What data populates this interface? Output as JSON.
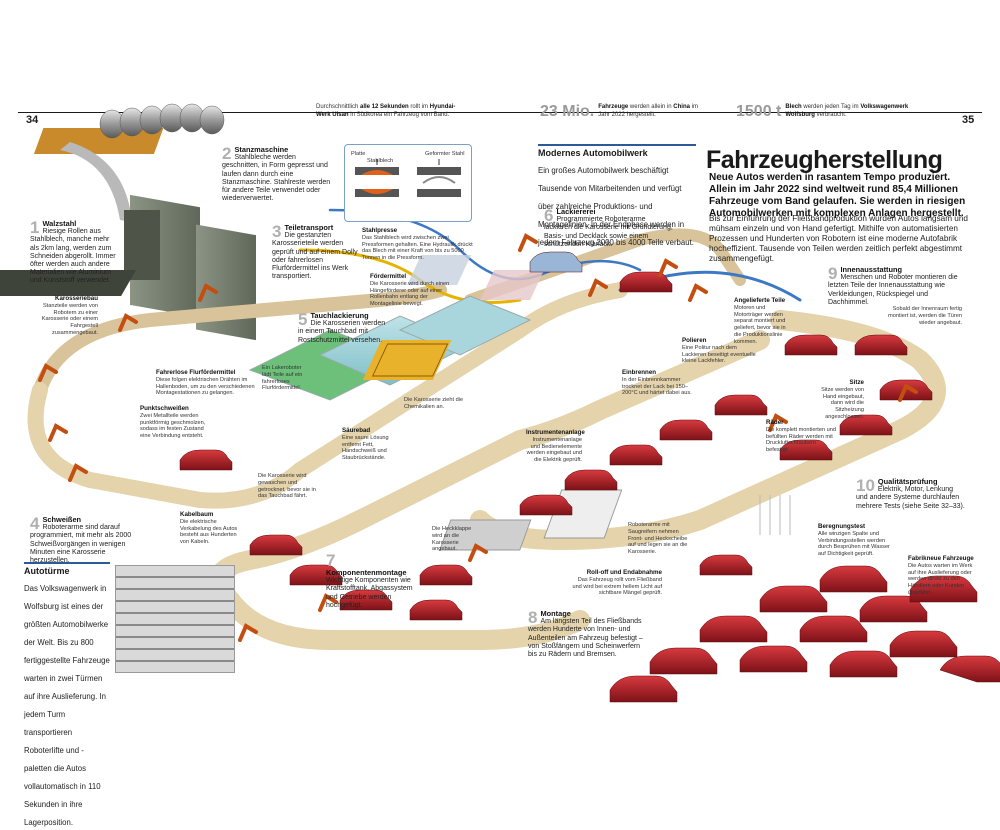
{
  "page": {
    "left_number": "34",
    "right_number": "35",
    "title": "Fahrzeugherstellung",
    "intro": "Neue Autos werden in rasantem Tempo produziert. Allein im Jahr 2022 sind weltweit rund 85,4 Millionen Fahrzeuge vom Band gelaufen. Sie werden in riesigen Automobilwerken mit komplexen Anlagen hergestellt.",
    "body": "Bis zur Einführung der Fließbandproduktion wurden Autos langsam und mühsam einzeln und von Hand gefertigt. Mithilfe von automatisierten Prozessen und Hunderten von Robotern ist eine moderne Autofabrik hocheffizient. Tausende von Teilen werden zeitlich perfekt abgestimmt zusammengefügt."
  },
  "stats": [
    {
      "big": "",
      "text_pre": "Durchschnittlich ",
      "bold1": "alle 12 Sekunden",
      "text_mid": " rollt im ",
      "bold2": "Hyundai-Werk Ulsan",
      "text_post": " in Südkorea ein Fahrzeug vom Band."
    },
    {
      "big": "23 Mio.",
      "text_pre": "",
      "bold1": "Fahrzeuge",
      "text_mid": " werden allein in ",
      "bold2": "China",
      "text_post": " im Jahr 2022 hergestellt."
    },
    {
      "big": "1500 t",
      "text_pre": "",
      "bold1": "Blech",
      "text_mid": " werden jeden Tag im ",
      "bold2": "Volkswagenwerk Wolfsburg",
      "text_post": " verbraucht."
    }
  ],
  "steps": [
    {
      "num": "1",
      "head": "Walzstahl",
      "text": "Riesige Rollen aus Stahlblech, manche mehr als 2km lang, werden zum Schneiden abgerollt. Immer öfter werden auch andere Materialien wie Aluminium und Kunststoff verwendet."
    },
    {
      "num": "2",
      "head": "Stanzmaschine",
      "text": "Stahlbleche werden geschnitten, in Form gepresst und laufen dann durch eine Stanzmaschine. Stahlreste werden für andere Teile verwendet oder wiederverwertet."
    },
    {
      "num": "3",
      "head": "Teiletransport",
      "text": "Die gestanzten Karosserieteile werden geprüft und auf einem Dolly oder fahrerlosen Flurfördermittel ins Werk transportiert."
    },
    {
      "num": "4",
      "head": "Schweißen",
      "text": "Roboterarme sind darauf programmiert, mit mehr als 2000 Schweißvorgängen in wenigen Minuten eine Karosserie herzustellen."
    },
    {
      "num": "5",
      "head": "Tauchlackierung",
      "text": "Die Karosserien werden in einem Tauchbad mit Rostschutzmittel versehen."
    },
    {
      "num": "6",
      "head": "Lackiererei",
      "text": "Programmierte Roboterarme lackieren die Karosserie mit Grundierung, Basis- und Decklack sowie einem schützenden Klarlack."
    },
    {
      "num": "7",
      "head": "Komponentenmontage",
      "text": "Wichtige Komponenten wie Kraftstofftank, Abgassystem und Getriebe werden hochgefügt."
    },
    {
      "num": "8",
      "head": "Montage",
      "text": "Am längsten Teil des Fließbands werden Hunderte von Innen- und Außenteilen am Fahrzeug befestigt – von Stoßfängern und Scheinwerfern bis zu Rädern und Bremsen."
    },
    {
      "num": "9",
      "head": "Innenausstattung",
      "text": "Menschen und Roboter montieren die letzten Teile der Innenausstattung wie Verkleidungen, Rückspiegel und Dachhimmel."
    },
    {
      "num": "10",
      "head": "Qualitätsprüfung",
      "text": "Elektrik, Motor, Lenkung und andere Systeme durchlaufen mehrere Tests (siehe Seite 32–33)."
    }
  ],
  "labels": [
    {
      "head": "Karosseriebau",
      "text": "Stanzteile werden von Robotern zu einer Karosserie oder einem Fahrgestell zusammengebaut."
    },
    {
      "head": "Fahrerlose Flurfördermittel",
      "text": "Diese folgen elektrischen Drähten im Hallenboden, um zu den verschiedenen Montagestationen zu gelangen."
    },
    {
      "head": "Punktschweißen",
      "text": "Zwei Metallteile werden punktförmig geschmolzen, sodass im festen Zustand eine Verbindung entsteht."
    },
    {
      "head": "",
      "text": "Ein Lakeroboter lädt Teile auf ein fahrerloses Flurfördermittel."
    },
    {
      "head": "Fördermittel",
      "text": "Die Karosserie wird durch einen Hängeförderer oder auf einer Rollenbahn entlang der Montagelinie bewegt."
    },
    {
      "head": "Stahlpresse",
      "text": "Das Stahlblech wird zwischen zwei Pressformen gehalten. Eine Hydraulik drückt das Blech mit einer Kraft von bis zu 5000 Tonnen in die Pressform."
    },
    {
      "head": "Säurebad",
      "text": "Eine saure Lösung entfernt Fett, Handschweiß und Staubrückstände."
    },
    {
      "head": "",
      "text": "Die Karosserie zieht die Chemikalien an."
    },
    {
      "head": "",
      "text": "Die Karosserie wird gewaschen und getrocknet, bevor sie in das Tauchbad fährt."
    },
    {
      "head": "Kabelbaum",
      "text": "Die elektrische Verkabelung des Autos besteht aus Hunderten von Kabeln."
    },
    {
      "head": "",
      "text": "Die Heckklappe wird an die Karosserie angebaut."
    },
    {
      "head": "Angelieferte Teile",
      "text": "Motoren und Motorträger werden separat montiert und geliefert, bevor sie in die Produktionslinie kommen."
    },
    {
      "head": "Polieren",
      "text": "Eine Politur nach dem Lackieren beseitigt eventuelle kleine Lackfehler."
    },
    {
      "head": "Einbrennen",
      "text": "In der Einbrennkammer trocknet der Lack bei 150–200°C und härtet dabei aus."
    },
    {
      "head": "Instrumentenanlage",
      "text": "Instrumentenanlage und Bedienelemente werden eingebaut und die Elektrik geprüft."
    },
    {
      "head": "",
      "text": "Roboterarme mit Saugreifern nehmen Front- und Heckscheibe auf und legen sie an die Karosserie."
    },
    {
      "head": "Roll-off und Endabnahme",
      "text": "Das Fahrzeug rollt vom Fließband und wird bei extrem hellem Licht auf sichtbare Mängel geprüft."
    },
    {
      "head": "Sitze",
      "text": "Sitze werden von Hand eingebaut, dann wird die Sitzheizung angeschlossen."
    },
    {
      "head": "Räder",
      "text": "Die komplett montierten und befüllten Räder werden mit Druckluftschraubern befestigt."
    },
    {
      "head": "",
      "text": "Sobald der Innenraum fertig montiert ist, werden die Türen wieder angebaut."
    },
    {
      "head": "Beregnungstest",
      "text": "Alle winzigen Spalte und Verbindungsstellen werden durch Besprühen mit Wasser auf Dichtigkeit geprüft."
    },
    {
      "head": "Fabrikneue Fahrzeuge",
      "text": "Die Autos warten im Werk auf ihre Auslieferung oder werden direkt zu den Händlern oder Kunden überführt."
    }
  ],
  "sections": {
    "modern": {
      "head": "Modernes Automobilwerk",
      "text": "Ein großes Automobilwerk beschäftigt Tausende von Mitarbeitenden und verfügt über zahlreiche Produktions- und Montagelinien. In der Endphase werden in jedem Fahrzeug 2000 bis 4000 Teile verbaut."
    },
    "towers": {
      "head": "Autotürme",
      "text": "Das Volkswagenwerk in Wolfsburg ist eines der größten Automobilwerke der Welt. Bis zu 800 fertiggestellte Fahrzeuge warten in zwei Türmen auf ihre Auslieferung. In jedem Turm transportieren Roboterlifte und -paletten die Autos vollautomatisch in 110 Sekunden in ihre Lagerposition."
    }
  },
  "press_diagram": {
    "label_plate": "Platte",
    "label_sheet": "Stahlblech",
    "label_formed": "Geformter Stahl"
  },
  "colors": {
    "accent": "#2a5a9a",
    "car": "#b0202a",
    "robot": "#e0601a",
    "belt": "#d8c39a",
    "rail": "#3c78c4"
  }
}
